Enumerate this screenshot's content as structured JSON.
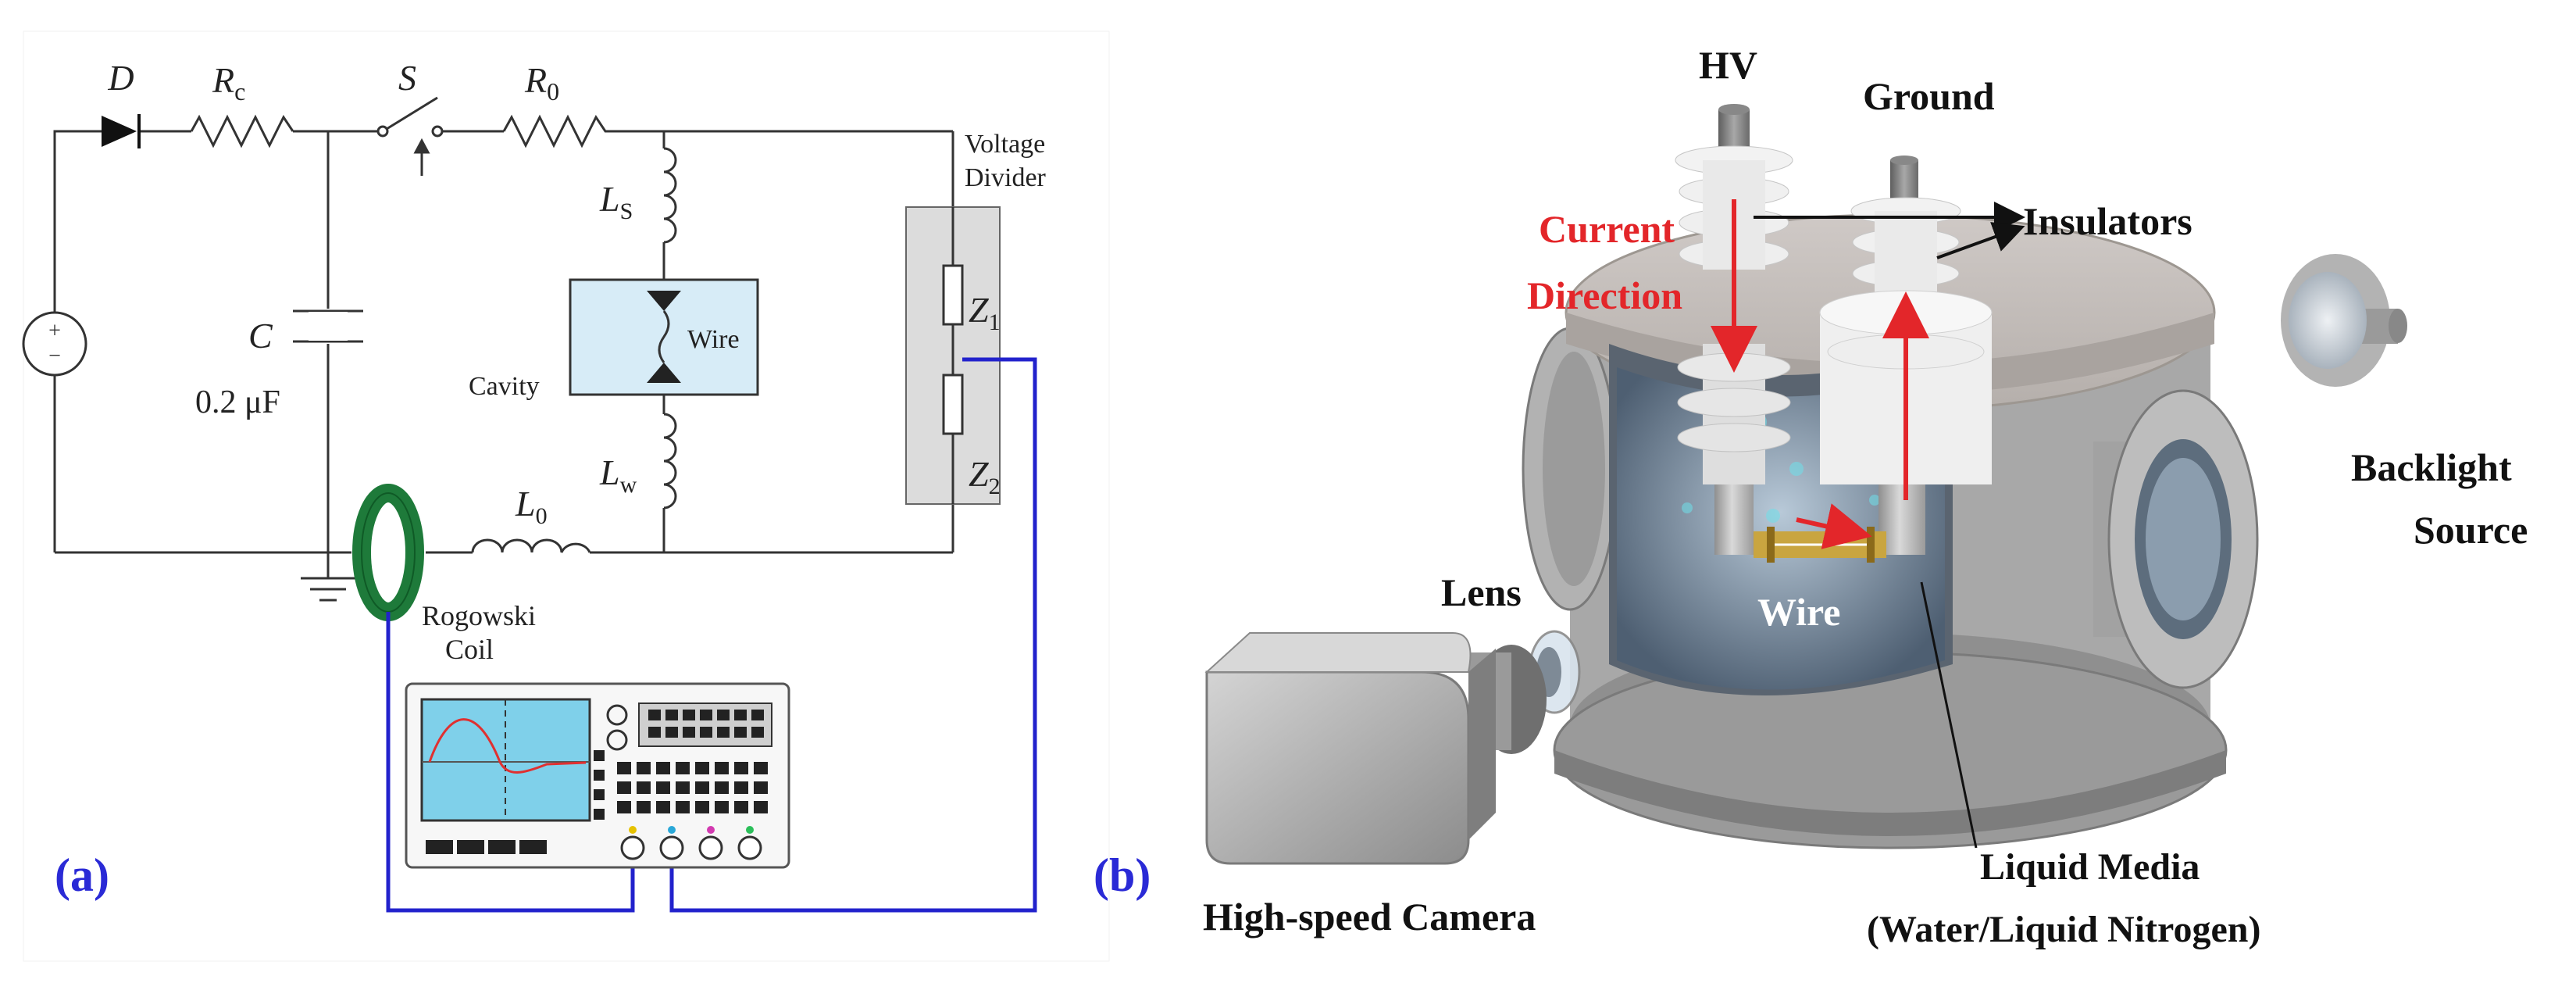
{
  "panel_a": {
    "label": "(a)",
    "components": {
      "diode": "D",
      "rc_main": "R",
      "rc_sub": "c",
      "switch": "S",
      "r0_main": "R",
      "r0_sub": "0",
      "ls_main": "L",
      "ls_sub": "S",
      "wire": "Wire",
      "cavity": "Cavity",
      "capacitor": "C",
      "capacitance": "0.2 μF",
      "lw_main": "L",
      "lw_sub": "w",
      "l0_main": "L",
      "l0_sub": "0",
      "divider_line1": "Voltage",
      "divider_line2": "Divider",
      "z1_main": "Z",
      "z1_sub": "1",
      "z2_main": "Z",
      "z2_sub": "2",
      "rogowski_line1": "Rogowski",
      "rogowski_line2": "Coil",
      "source_plus": "+",
      "source_minus": "−"
    }
  },
  "panel_b": {
    "label": "(b)",
    "labels": {
      "hv": "HV",
      "ground": "Ground",
      "insulators": "Insulators",
      "current_line1": "Current",
      "current_line2": "Direction",
      "backlight_line1": "Backlight",
      "backlight_line2": "Source",
      "lens": "Lens",
      "wire": "Wire",
      "camera": "High-speed Camera",
      "liquid_line1": "Liquid Media",
      "liquid_line2": "(Water/Liquid Nitrogen)"
    }
  },
  "colors": {
    "circuit_line": "#333333",
    "blue_wire": "#2222cc",
    "panel_label": "#2a2ad6",
    "current_red": "#e3262a",
    "cavity_fill": "#d7ecf7",
    "divider_fill": "#dcdcdc",
    "rogowski_green": "#1e7a3a",
    "scope_screen": "#7fd0ea"
  }
}
